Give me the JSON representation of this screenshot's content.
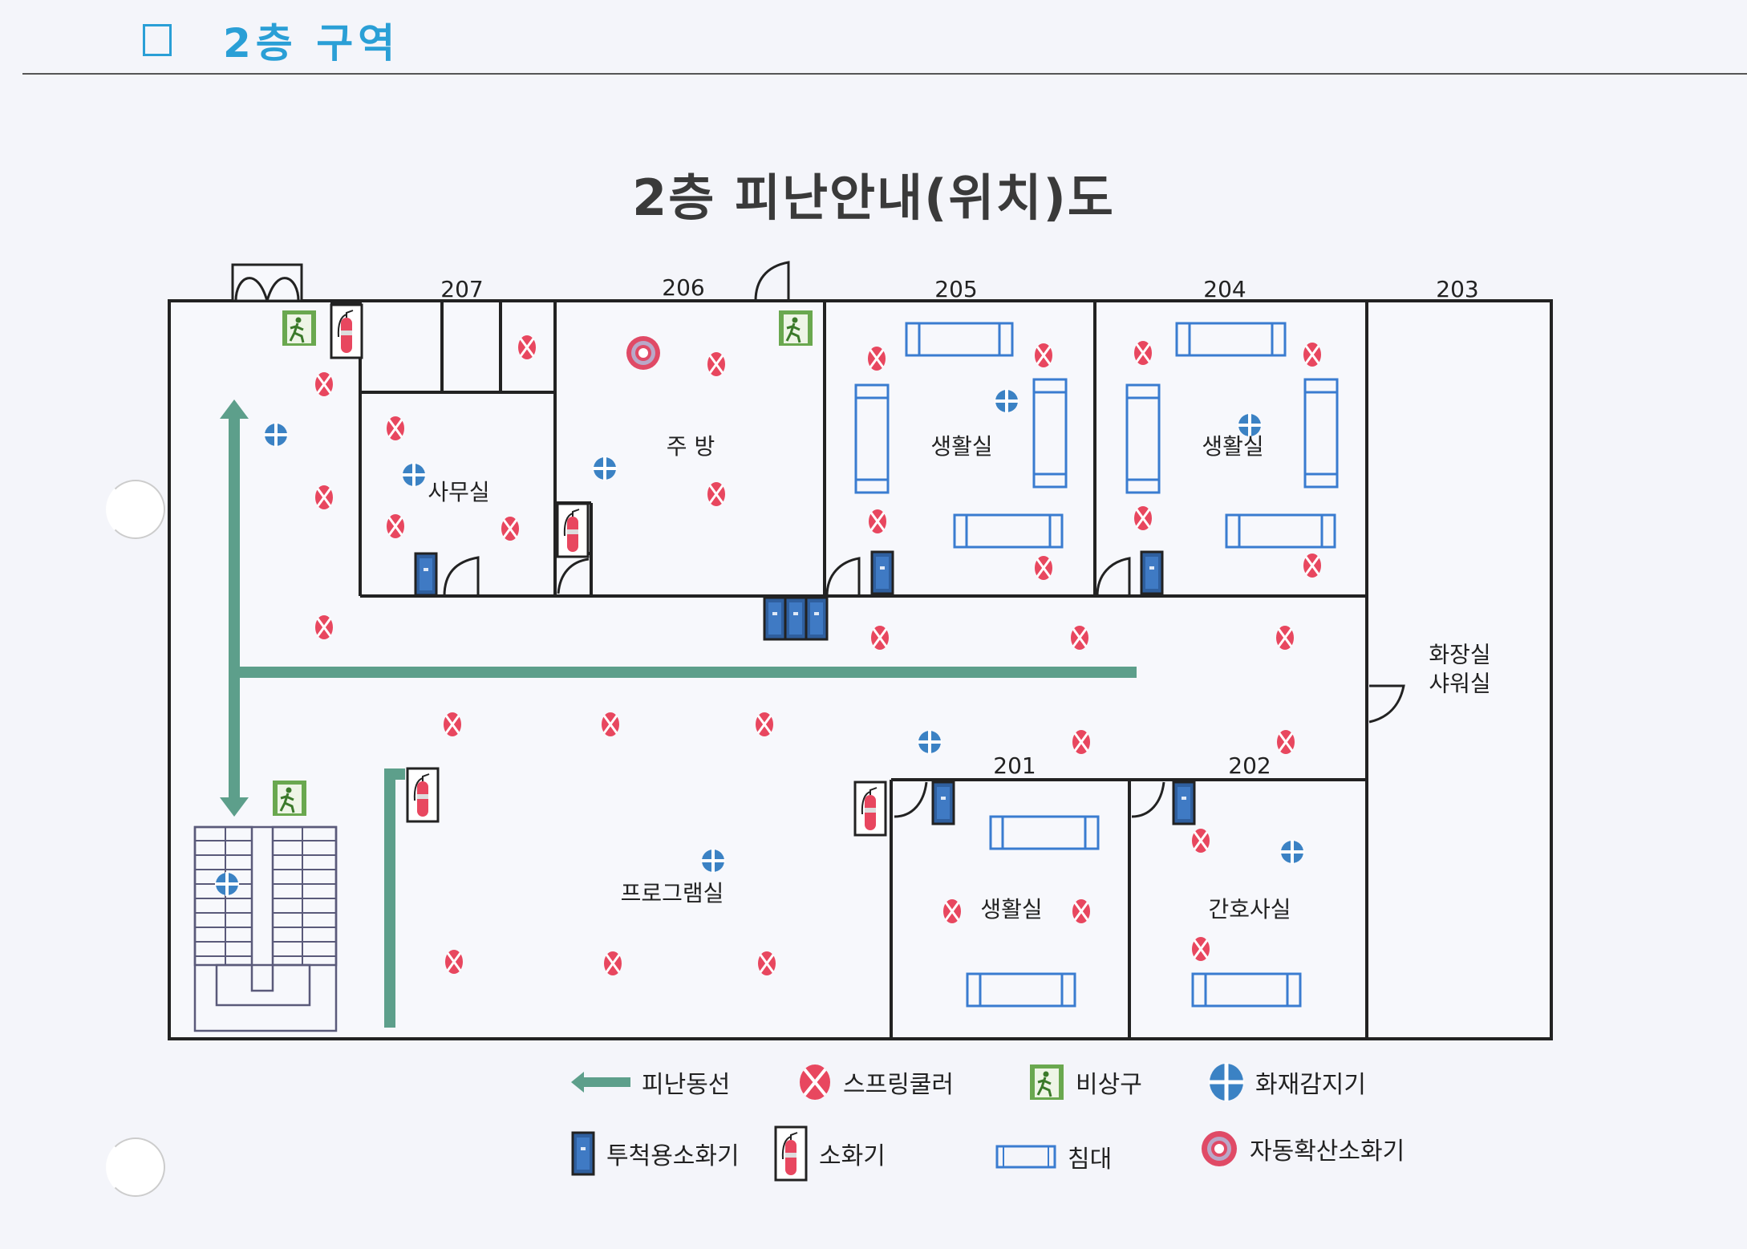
{
  "header": {
    "checkbox_icon": "empty-square",
    "section_title": "2층 구역"
  },
  "title": "2층 피난안내(위치)도",
  "colors": {
    "header_blue": "#2a9fd6",
    "evac_green": "#5d9f8b",
    "sprinkler_red": "#e8475f",
    "detector_blue": "#3b82c4",
    "bed_blue": "#3a7cd0",
    "exit_green": "#6aa84f",
    "wall": "#222222"
  },
  "rooms": {
    "r207": {
      "number": "207",
      "label": "사무실"
    },
    "r206": {
      "number": "206",
      "label": "주 방"
    },
    "r205": {
      "number": "205",
      "label": "생활실"
    },
    "r204": {
      "number": "204",
      "label": "생활실"
    },
    "r203": {
      "number": "203",
      "label_line1": "화장실",
      "label_line2": "샤워실"
    },
    "r201": {
      "number": "201",
      "label": "생활실"
    },
    "r202": {
      "number": "202",
      "label": "간호사실"
    },
    "program": {
      "label": "프로그램실"
    }
  },
  "legend": {
    "row1": [
      {
        "icon": "evacuation-route-arrow",
        "label": "피난동선"
      },
      {
        "icon": "sprinkler",
        "label": "스프링쿨러"
      },
      {
        "icon": "emergency-exit",
        "label": "비상구"
      },
      {
        "icon": "fire-detector",
        "label": "화재감지기"
      }
    ],
    "row2": [
      {
        "icon": "throwable-extinguisher",
        "label": "투척용소화기"
      },
      {
        "icon": "fire-extinguisher",
        "label": "소화기"
      },
      {
        "icon": "bed",
        "label": "침대"
      },
      {
        "icon": "auto-diffusion-extinguisher",
        "label": "자동확산소화기"
      }
    ]
  }
}
